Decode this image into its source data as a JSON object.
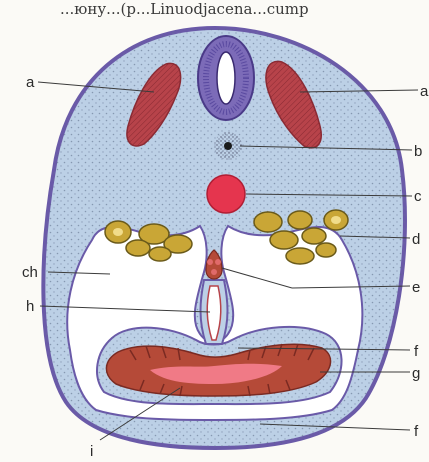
{
  "top_caption": "...юну...(р...Linuodjacena...cump",
  "labels": {
    "a_left": "a",
    "a_right": "a",
    "b": "b",
    "c": "c",
    "d": "d",
    "ch": "ch",
    "e": "e",
    "h": "h",
    "f_upper": "f",
    "g": "g",
    "f_lower": "f",
    "i": "i"
  },
  "colors": {
    "outline": "#6a5aa8",
    "body_fill": "#bcd0e6",
    "coelom_fill": "#ffffff",
    "muscle_red": "#b7434a",
    "neural_tube": "#7c6bb8",
    "notochord": "#e5354e",
    "nephridia": "#c9a636",
    "gut_red": "#b54a38",
    "gut_lumen": "#f07a86",
    "text": "#2b2b2b"
  }
}
